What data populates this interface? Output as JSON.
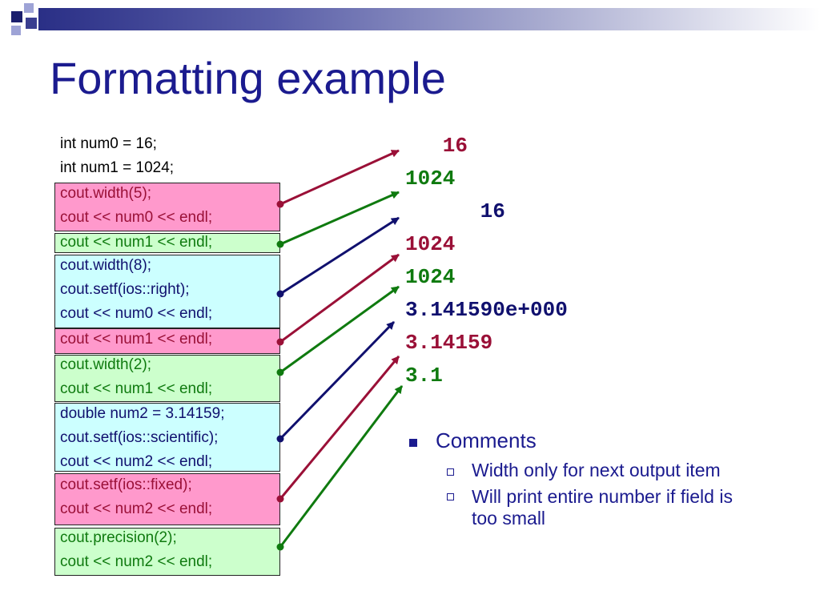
{
  "title": "Formatting example",
  "colors": {
    "title": "#1b1b8f",
    "red": "#9a1037",
    "green": "#0f7a0f",
    "blue": "#10106e",
    "pink_box": "#ff99cc",
    "green_box": "#ccffcc",
    "cyan_box": "#ccffff"
  },
  "code": {
    "plain_lines": [
      "int num0 = 16;",
      "int num1 = 1024;"
    ],
    "blocks": [
      {
        "color": "pink",
        "lines": [
          "cout.width(5);",
          "cout << num0 << endl;"
        ]
      },
      {
        "color": "green",
        "lines": [
          "cout << num1 << endl;"
        ]
      },
      {
        "color": "cyan",
        "lines": [
          "cout.width(8);",
          "cout.setf(ios::right);",
          "cout << num0 << endl;"
        ]
      },
      {
        "color": "pink",
        "lines": [
          "cout << num1 << endl;"
        ]
      },
      {
        "color": "green",
        "lines": [
          "cout.width(2);",
          "cout << num1 << endl;"
        ]
      },
      {
        "color": "cyan",
        "lines": [
          "double num2 = 3.14159;",
          "cout.setf(ios::scientific);",
          "cout << num2 << endl;"
        ]
      },
      {
        "color": "pink",
        "lines": [
          "cout.setf(ios::fixed);",
          "cout << num2 << endl;"
        ]
      },
      {
        "color": "green",
        "lines": [
          "cout.precision(2);",
          "cout << num2 << endl;"
        ]
      }
    ]
  },
  "output": [
    {
      "text": "   16",
      "color": "red"
    },
    {
      "text": "1024",
      "color": "green"
    },
    {
      "text": "      16",
      "color": "blue"
    },
    {
      "text": "1024",
      "color": "red"
    },
    {
      "text": "1024",
      "color": "green"
    },
    {
      "text": "3.141590e+000",
      "color": "blue"
    },
    {
      "text": "3.14159",
      "color": "red"
    },
    {
      "text": "3.1",
      "color": "green"
    }
  ],
  "comments": {
    "heading": "Comments",
    "items": [
      "Width only for next output item",
      "Will print entire number if field is",
      "too small"
    ]
  }
}
